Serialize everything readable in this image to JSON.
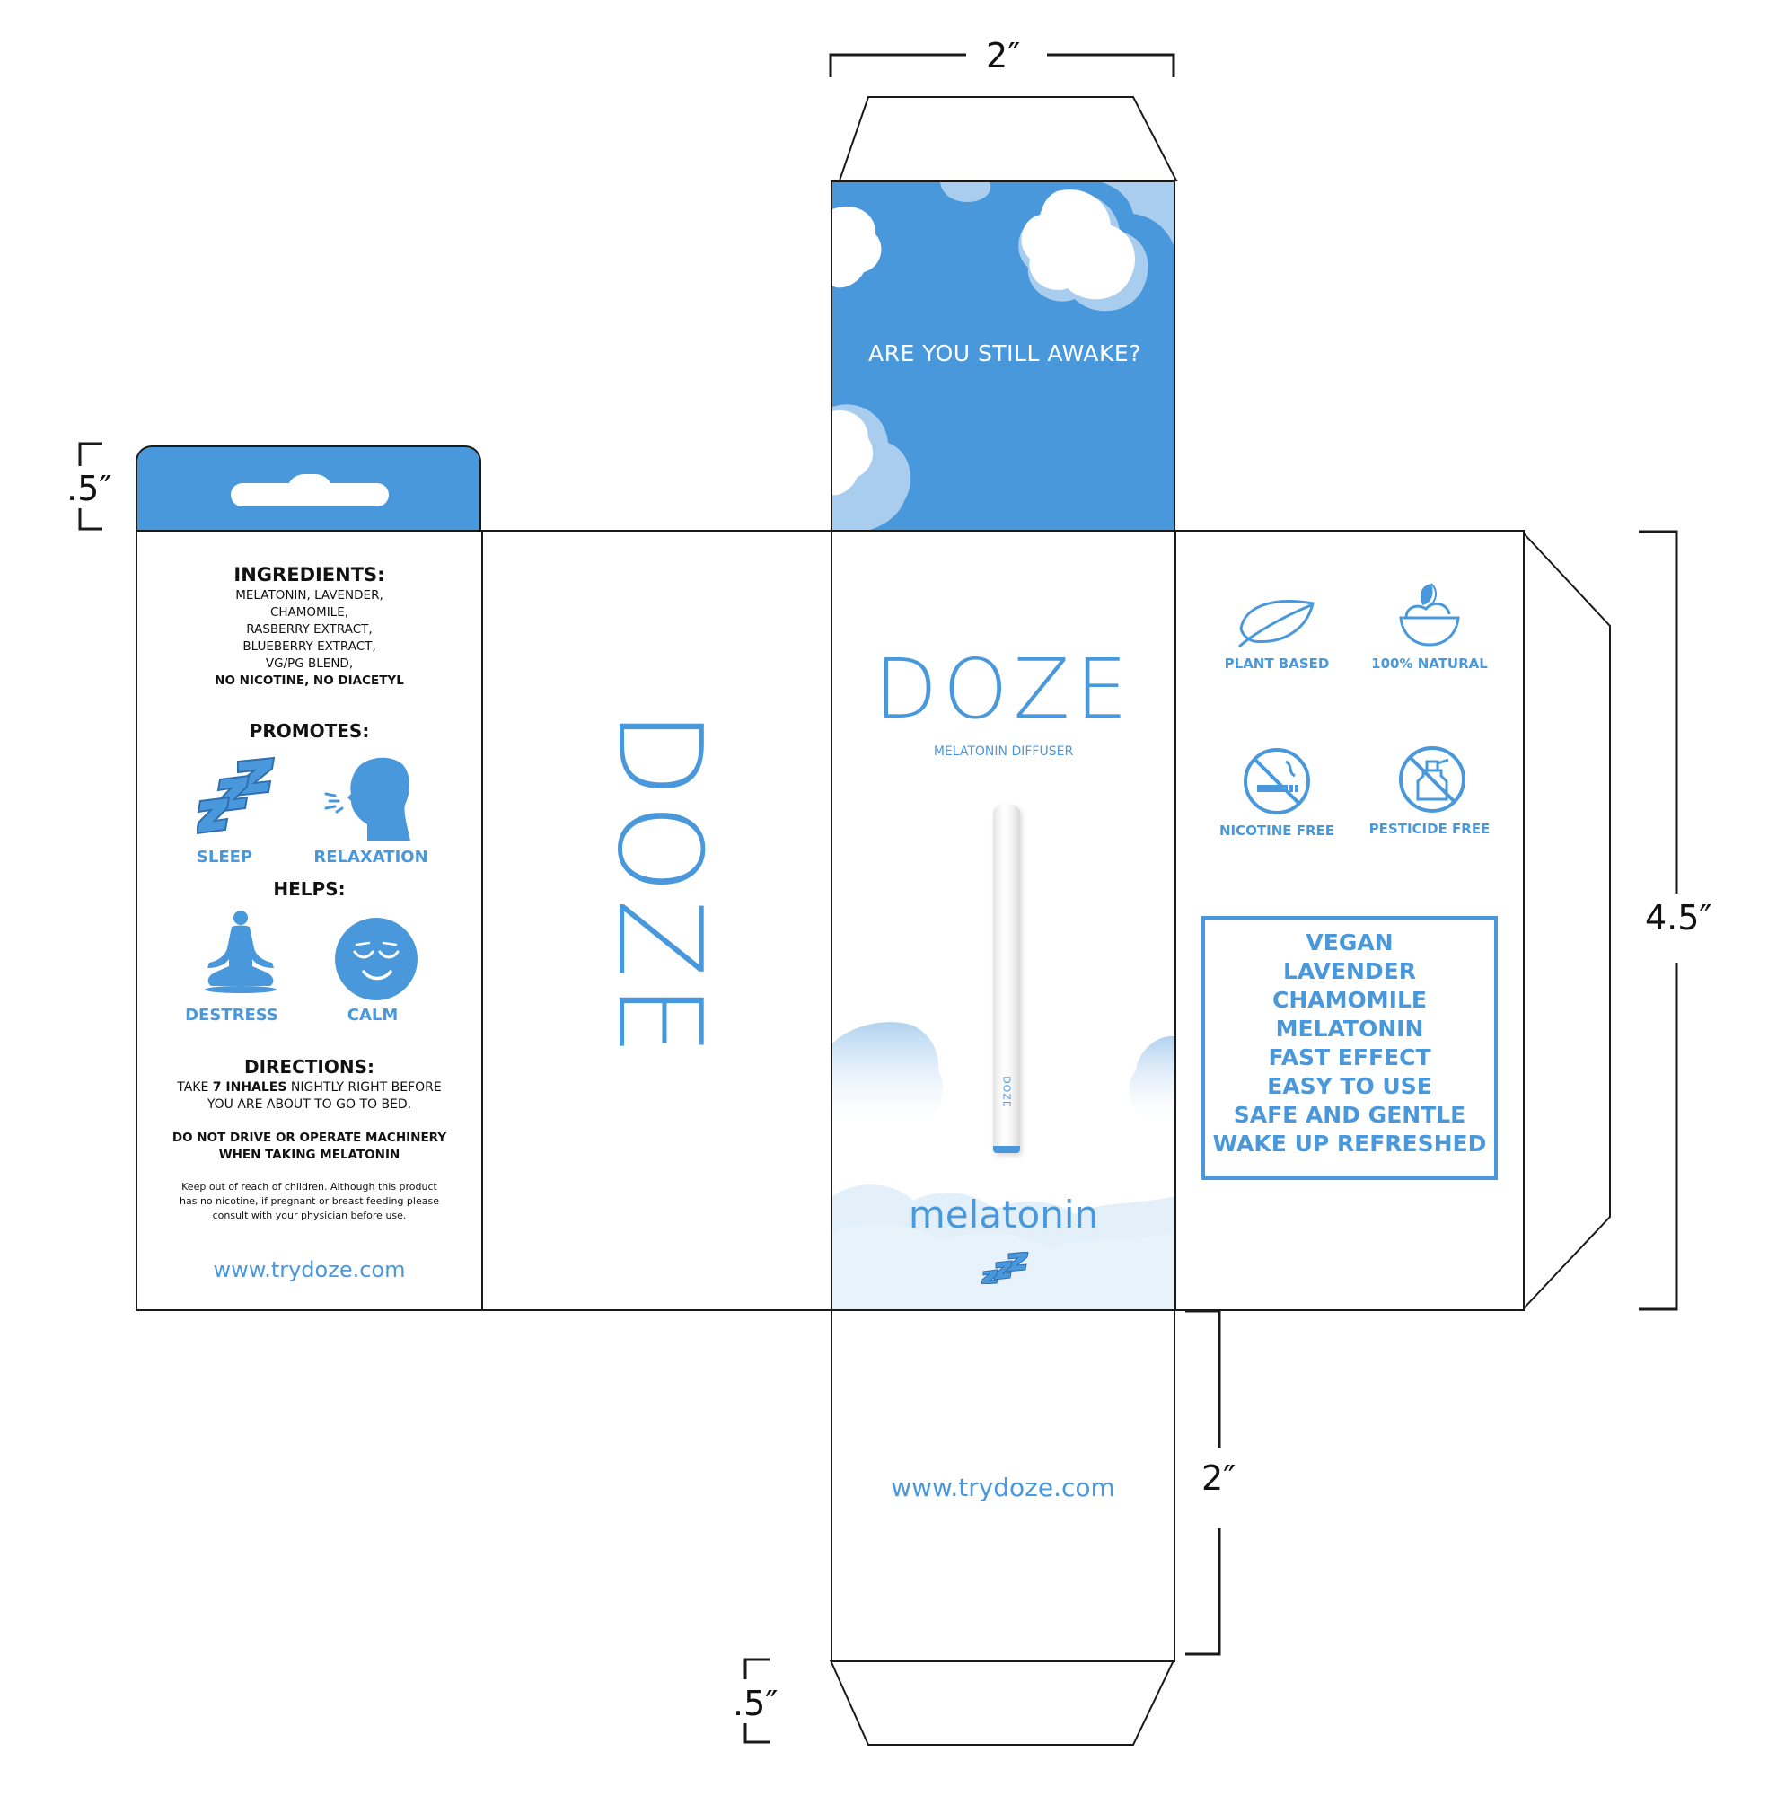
{
  "dimensions": {
    "top_width": "2″",
    "tab_top": ".5″",
    "height": "4.5″",
    "bottom_depth": "2″",
    "tab_bottom": ".5″"
  },
  "top_panel": {
    "tagline": "ARE YOU STILL AWAKE?"
  },
  "back_panel": {
    "ingredients_heading": "INGREDIENTS:",
    "ingredients_lines": [
      "MELATONIN, LAVENDER,",
      "CHAMOMILE,",
      "RASBERRY EXTRACT,",
      "BLUEBERRY EXTRACT,",
      "VG/PG BLEND,"
    ],
    "ingredients_note": "NO NICOTINE, NO DIACETYL",
    "promotes_heading": "PROMOTES:",
    "promotes": [
      {
        "label": "SLEEP",
        "icon": "zzz-icon"
      },
      {
        "label": "RELAXATION",
        "icon": "breathing-head-icon"
      }
    ],
    "helps_heading": "HELPS:",
    "helps": [
      {
        "label": "DESTRESS",
        "icon": "meditation-icon"
      },
      {
        "label": "CALM",
        "icon": "calm-face-icon"
      }
    ],
    "directions_heading": "DIRECTIONS:",
    "directions_pre": "TAKE ",
    "directions_bold": "7 INHALES",
    "directions_post": " NIGHTLY RIGHT BEFORE",
    "directions_line2": "YOU ARE ABOUT TO GO TO BED.",
    "warning_line1": "DO NOT DRIVE OR OPERATE MACHINERY",
    "warning_line2": "WHEN TAKING MELATONIN",
    "disclaimer_line1": "Keep out of reach of children. Although this product",
    "disclaimer_line2": "has no nicotine, if pregnant or breast feeding please",
    "disclaimer_line3": "consult with your physician before use.",
    "website": "www.trydoze.com"
  },
  "side_panel": {
    "logo": "DOZE"
  },
  "front_panel": {
    "logo": "DOZE",
    "subtitle": "MELATONIN DIFFUSER",
    "device_logo": "DOZE",
    "flavor": "melatonin"
  },
  "features_panel": {
    "icons": [
      {
        "label": "PLANT BASED",
        "icon": "leaf-icon"
      },
      {
        "label": "100% NATURAL",
        "icon": "natural-bowl-icon"
      },
      {
        "label": "NICOTINE FREE",
        "icon": "no-smoking-icon"
      },
      {
        "label": "PESTICIDE FREE",
        "icon": "no-pesticide-icon"
      }
    ],
    "benefits": [
      "VEGAN",
      "LAVENDER",
      "CHAMOMILE",
      "MELATONIN",
      "FAST EFFECT",
      "EASY TO USE",
      "SAFE AND GENTLE",
      "WAKE UP REFRESHED"
    ]
  },
  "bottom_panel": {
    "website": "www.trydoze.com"
  },
  "colors": {
    "brand_blue": "#4a98dc",
    "light_blue": "#a9cdee",
    "line": "#1a1a1a"
  }
}
